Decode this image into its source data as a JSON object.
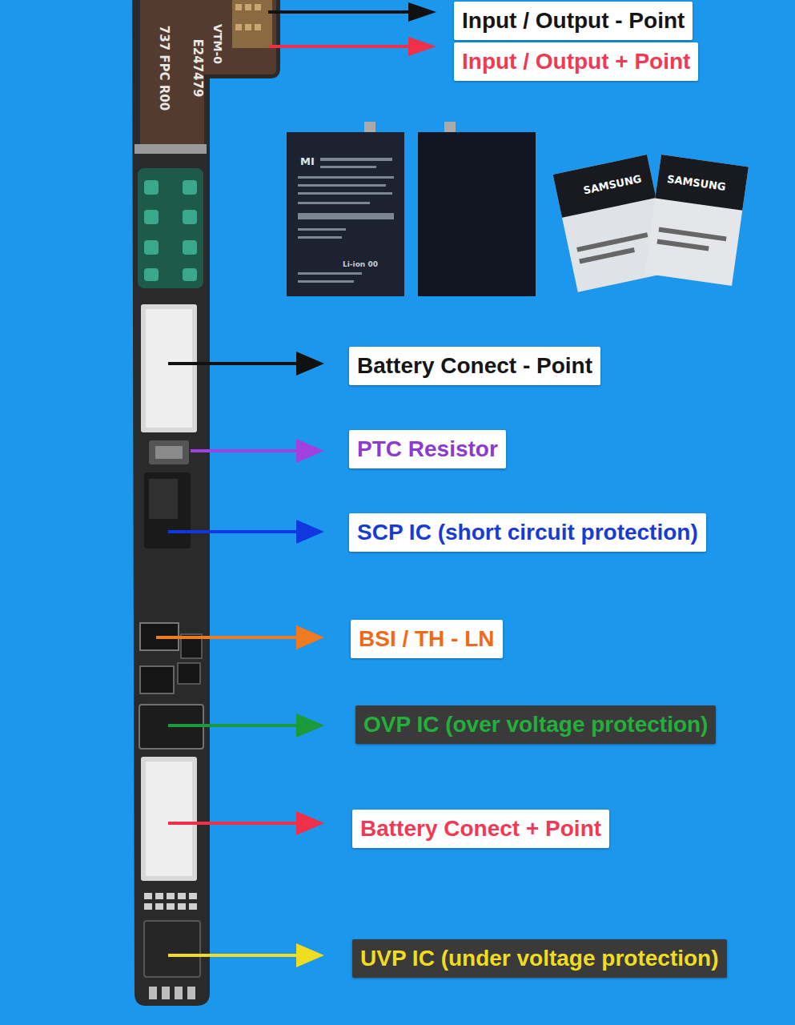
{
  "diagram": {
    "nodes": [
      {
        "text": [
          "Input / Output - Point"
        ]
      },
      {
        "text": [
          "Input / Output + Point"
        ]
      },
      {
        "text": [
          "Battery Conect - Point"
        ]
      },
      {
        "text": [
          "PTC Resistor"
        ]
      },
      {
        "text": [
          "SCP IC (short circuit protection)"
        ]
      },
      {
        "text": [
          "BSI / TH - LN"
        ]
      },
      {
        "text": [
          "OVP IC (over voltage protection)"
        ]
      },
      {
        "text": [
          "Battery Conect + Point"
        ]
      },
      {
        "text": [
          "UVP IC (under voltage protection)"
        ]
      }
    ],
    "labels": [
      "737 FPC R00",
      "E247479",
      "VTM-0",
      "MI",
      "Li-ion 00",
      "SAMSUNG",
      "SAMSUNG"
    ]
  }
}
